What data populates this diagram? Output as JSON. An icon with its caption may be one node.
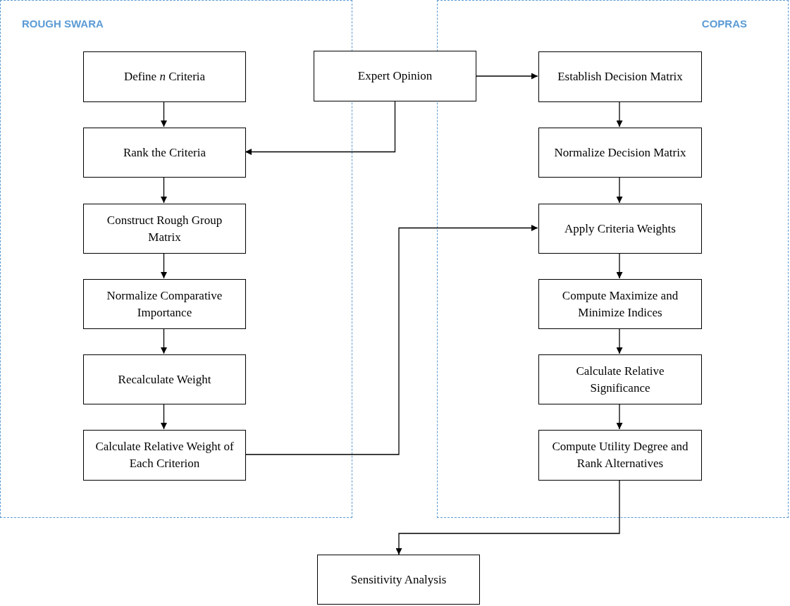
{
  "diagram": {
    "nodes": [
      {
        "text": [
          "ROUGH SWARA"
        ]
      },
      {
        "text": [
          "Define *n* Criteria"
        ],
        "in": 0
      },
      {
        "text": [
          "Rank the Criteria"
        ],
        "in": 0
      },
      {
        "text": [
          "Construct Rough Group Matrix"
        ],
        "in": 0
      },
      {
        "text": [
          "Normalize Comparative Importance"
        ],
        "in": 0
      },
      {
        "text": [
          "Recalculate Weight"
        ],
        "in": 0
      },
      {
        "text": [
          "Calculate Relative Weight of Each Criterion"
        ],
        "in": 0
      },
      {
        "text": [
          "Expert Opinion"
        ]
      },
      {
        "text": [
          "COPRAS"
        ]
      },
      {
        "text": [
          "Establish Decision Matrix"
        ],
        "in": 8
      },
      {
        "text": [
          "Normalize Decision Matrix"
        ],
        "in": 8
      },
      {
        "text": [
          "Apply Criteria Weights"
        ],
        "in": 8
      },
      {
        "text": [
          "Compute Maximize and Minimize Indices"
        ],
        "in": 8
      },
      {
        "text": [
          "Calculate Relative Significance"
        ],
        "in": 8
      },
      {
        "text": [
          "Compute Utility Degree and Rank Alternatives"
        ],
        "in": 8
      },
      {
        "text": [
          "Sensitivity Analysis"
        ]
      }
    ],
    "edges": [
      {
        "from": 1,
        "to": 2,
        "arrow": "to"
      },
      {
        "from": 2,
        "to": 3,
        "arrow": "to"
      },
      {
        "from": 3,
        "to": 4,
        "arrow": "to"
      },
      {
        "from": 4,
        "to": 5,
        "arrow": "to"
      },
      {
        "from": 5,
        "to": 6,
        "arrow": "to"
      },
      {
        "from": 7,
        "to": 2,
        "arrow": "to"
      },
      {
        "from": 7,
        "to": 9,
        "arrow": "to"
      },
      {
        "from": 9,
        "to": 10,
        "arrow": "to"
      },
      {
        "from": 10,
        "to": 11,
        "arrow": "to"
      },
      {
        "from": 11,
        "to": 12,
        "arrow": "to"
      },
      {
        "from": 12,
        "to": 13,
        "arrow": "to"
      },
      {
        "from": 13,
        "to": 14,
        "arrow": "to"
      },
      {
        "from": 6,
        "to": 11,
        "arrow": "to"
      },
      {
        "from": 14,
        "to": 15,
        "arrow": "to"
      }
    ]
  }
}
